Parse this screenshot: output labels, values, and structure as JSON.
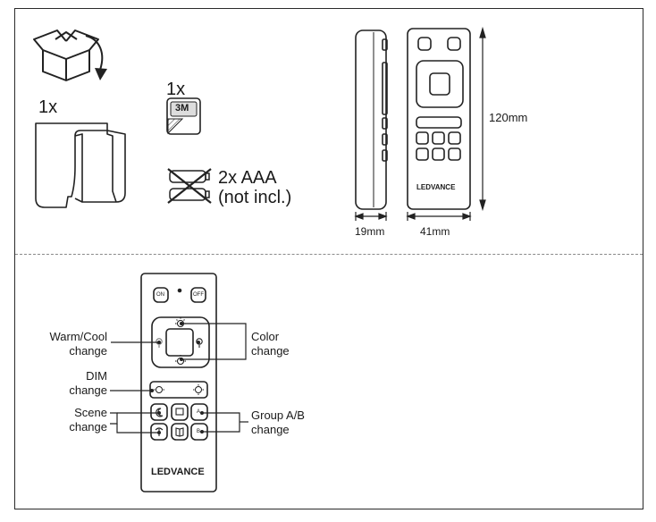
{
  "package": {
    "holder_qty": "1x",
    "tape_qty": "1x",
    "tape_brand": "3M",
    "battery_qty": "2x AAA",
    "battery_note": "(not incl.)"
  },
  "dimensions": {
    "height": "120mm",
    "depth": "19mm",
    "width": "41mm",
    "brand": "LEDVANCE"
  },
  "remote": {
    "on_label": "ON",
    "off_label": "OFF",
    "group_a": "A",
    "group_b": "B",
    "brand": "LEDVANCE"
  },
  "callouts": {
    "warm_cool_1": "Warm/Cool",
    "warm_cool_2": "change",
    "color_1": "Color",
    "color_2": "change",
    "dim_1": "DIM",
    "dim_2": "change",
    "scene_1": "Scene",
    "scene_2": "change",
    "group_1": "Group A/B",
    "group_2": "change"
  }
}
